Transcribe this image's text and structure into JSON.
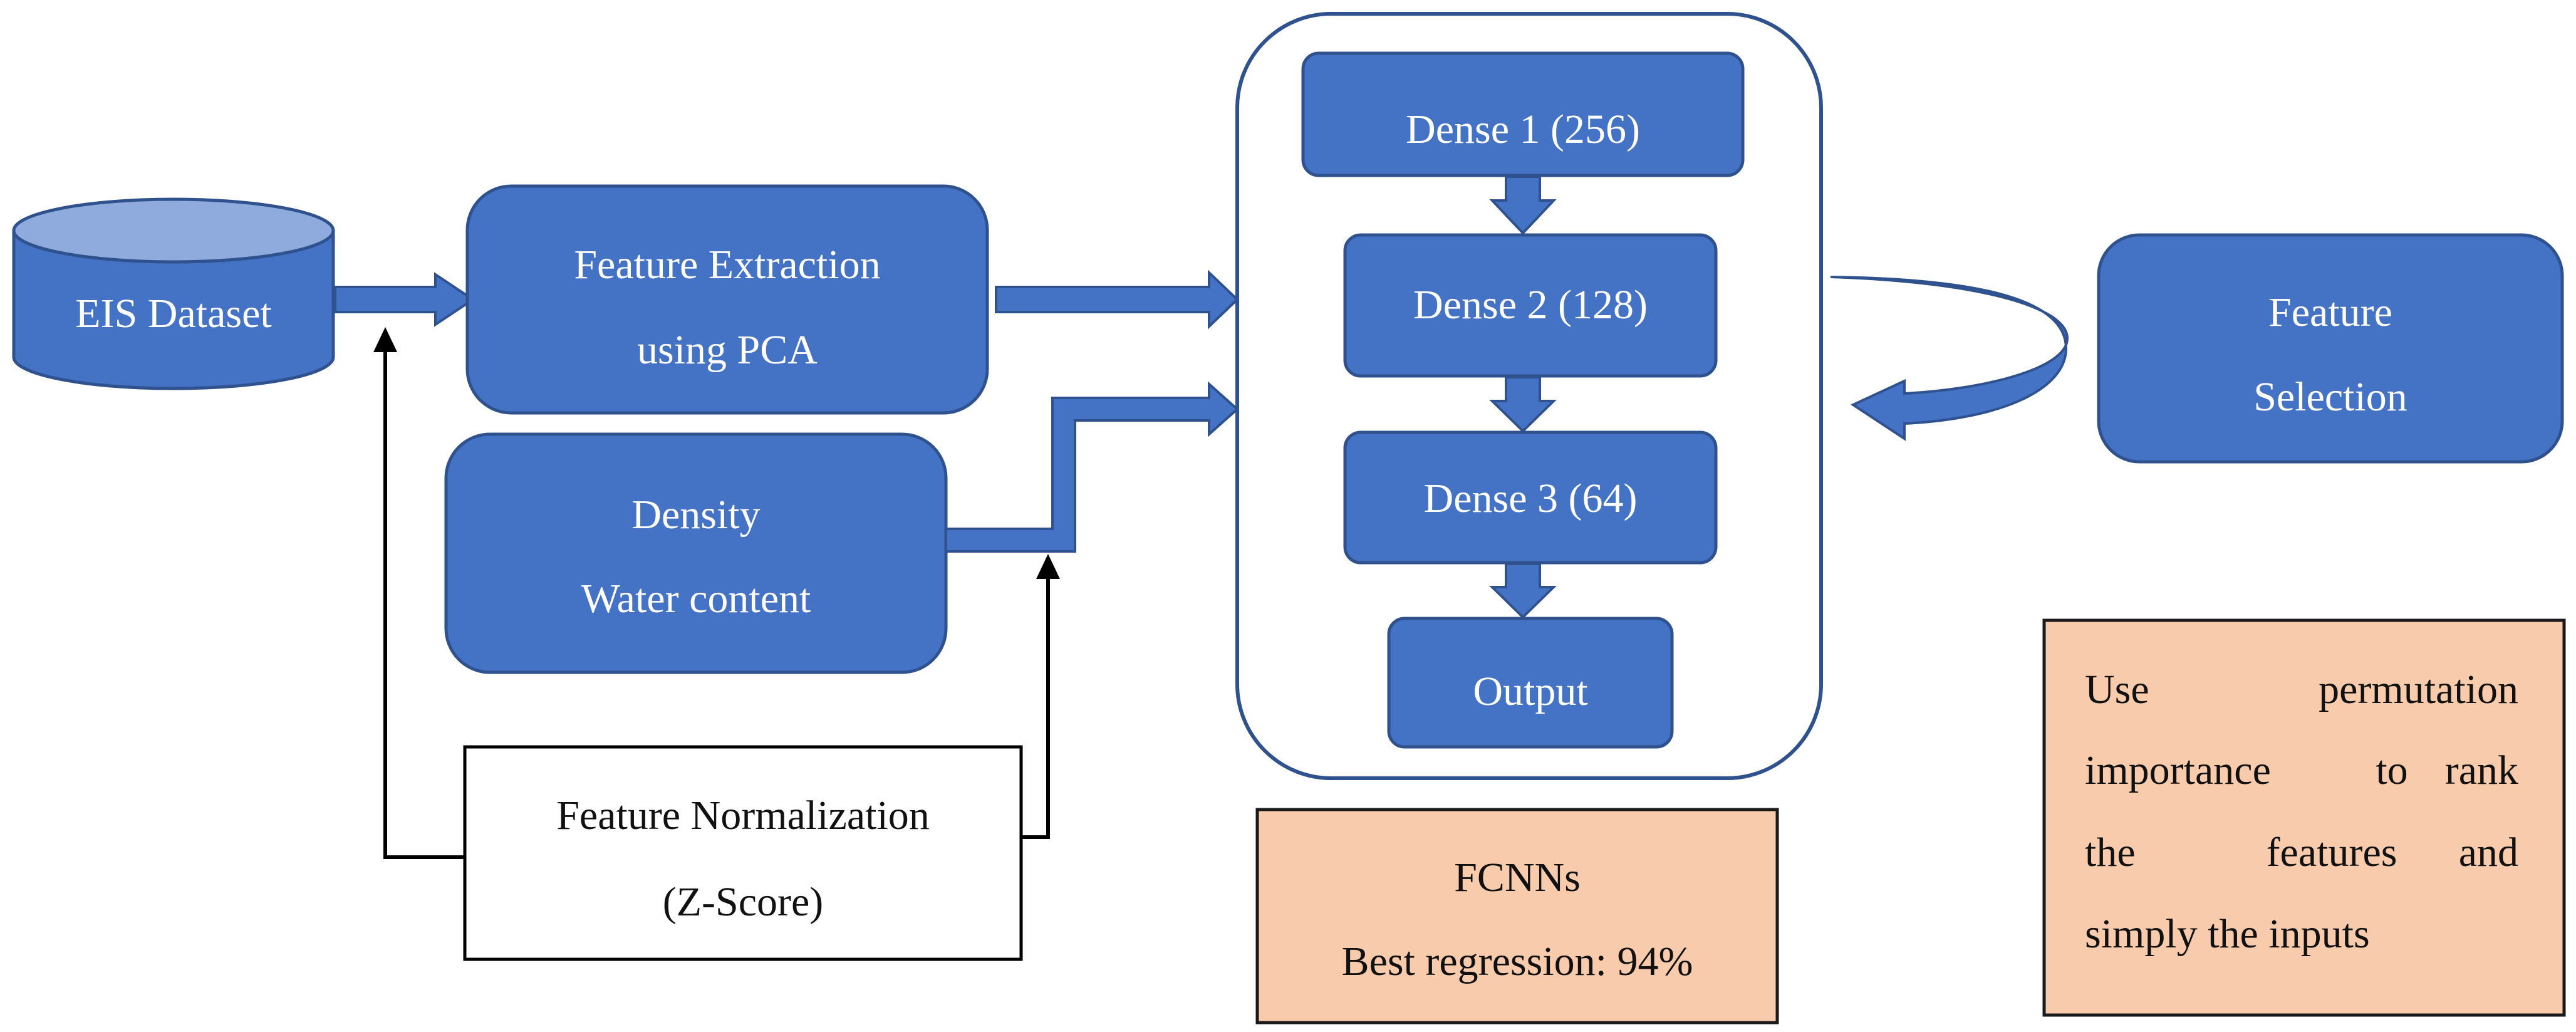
{
  "nodes": {
    "eis_dataset": "EIS Dataset",
    "feature_extraction": [
      "Feature Extraction",
      "using PCA"
    ],
    "density_water": [
      "Density",
      "Water content"
    ],
    "feature_normalization": [
      "Feature Normalization",
      "(Z-Score)"
    ],
    "dense1": "Dense 1 (256)",
    "dense2": "Dense 2 (128)",
    "dense3": "Dense 3 (64)",
    "output": "Output",
    "feature_selection": [
      "Feature",
      "Selection"
    ]
  },
  "notes": {
    "fcnn": [
      "FCNNs",
      "Best regression: 94%"
    ],
    "permutation": {
      "line1": [
        "Use",
        "permutation"
      ],
      "line2": [
        "importance",
        "to",
        "rank"
      ],
      "line3": [
        "the",
        "features",
        "and"
      ],
      "line4": "simply the inputs"
    }
  },
  "colors": {
    "node_fill": "#4472c4",
    "node_border": "#2f528f",
    "note_fill": "#f8cbad",
    "cylinder_top": "#8faadc"
  }
}
